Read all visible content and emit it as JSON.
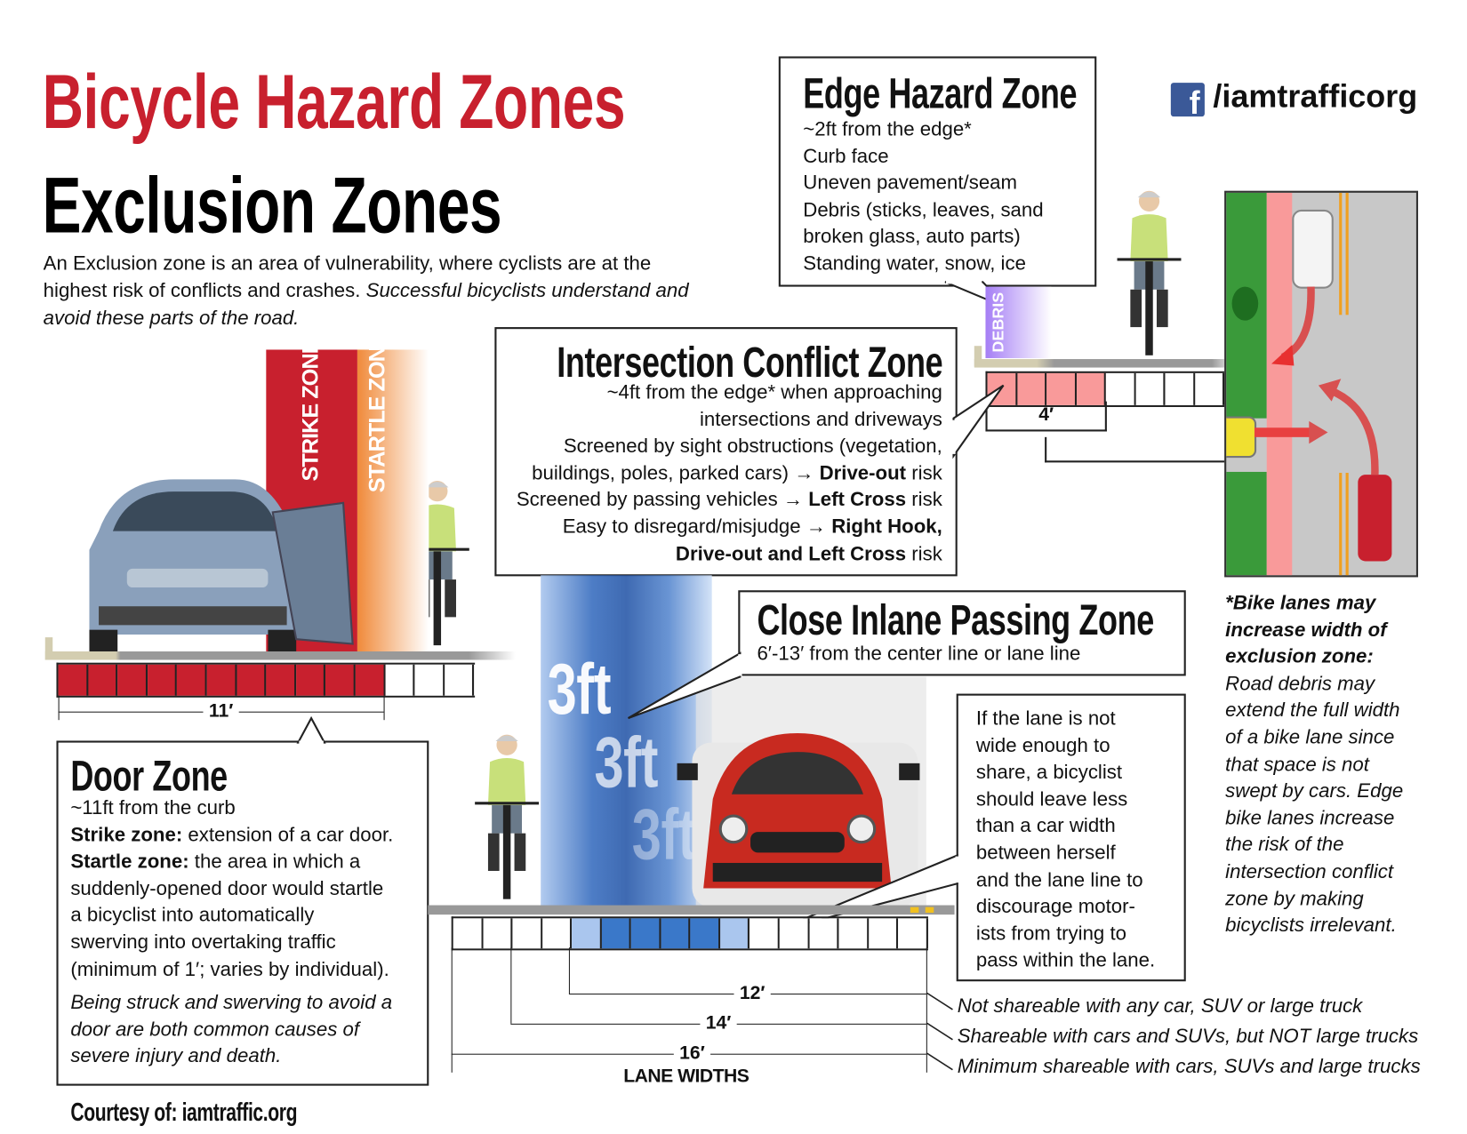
{
  "header": {
    "title": "Bicycle Hazard Zones",
    "subtitle": "Exclusion Zones",
    "intro_plain": "An Exclusion zone is an area of vulnerability, where cyclists are at the highest risk of conflicts and crashes.",
    "intro_italic": "Successful bicyclists understand and avoid these parts of the road.",
    "social_icon": "facebook-icon",
    "social_handle": "/iamtrafficorg"
  },
  "colors": {
    "title_red": "#c8202e",
    "strike": "#c8202e",
    "startle": "#f39a4a",
    "intersection_pink": "#f99a9a",
    "debris": "#b38cf5",
    "passing_blue": "#3a78c9",
    "grass": "#3a9a3a",
    "road": "#c8c8c8",
    "center_line": "#f0a020"
  },
  "edge_hazard": {
    "title": "Edge Hazard Zone",
    "lines": [
      "~2ft from the edge*",
      "Curb face",
      "Uneven pavement/seam",
      "Debris (sticks, leaves, sand",
      "broken glass, auto parts)",
      "Standing water, snow, ice"
    ],
    "debris_label": "DEBRIS",
    "width_label": "4′"
  },
  "intersection": {
    "title": "Intersection Conflict Zone",
    "lines": [
      [
        {
          "t": "~4ft from the edge* when approaching"
        }
      ],
      [
        {
          "t": "intersections and driveways"
        }
      ],
      [
        {
          "t": "Screened by sight obstructions (vegetation,"
        }
      ],
      [
        {
          "t": "buildings, poles, parked cars) → "
        },
        {
          "t": "Drive-out",
          "b": true
        },
        {
          "t": " risk"
        }
      ],
      [
        {
          "t": "Screened by passing vehicles → "
        },
        {
          "t": "Left Cross",
          "b": true
        },
        {
          "t": " risk"
        }
      ],
      [
        {
          "t": "Easy to disregard/misjudge → "
        },
        {
          "t": "Right Hook,",
          "b": true
        }
      ],
      [
        {
          "t": "Drive-out and Left Cross",
          "b": true
        },
        {
          "t": " risk"
        }
      ]
    ]
  },
  "door_zone": {
    "strike_label": "STRIKE ZONE",
    "startle_label": "STARTLE ZONE",
    "width_label": "11′",
    "title": "Door Zone",
    "lines": [
      [
        {
          "t": "~11ft from the curb"
        }
      ],
      [
        {
          "t": "Strike zone:",
          "b": true
        },
        {
          "t": " extension of a car door."
        }
      ],
      [
        {
          "t": "Startle zone:",
          "b": true
        },
        {
          "t": " the area in which a"
        }
      ],
      [
        {
          "t": "suddenly-opened door would startle"
        }
      ],
      [
        {
          "t": "a bicyclist into automatically"
        }
      ],
      [
        {
          "t": "swerving into overtaking traffic"
        }
      ],
      [
        {
          "t": "(minimum of 1′; varies by individual)."
        }
      ]
    ],
    "italic_lines": [
      "Being struck and swerving to avoid a",
      "door are both common causes of",
      "severe injury and death."
    ]
  },
  "passing": {
    "title": "Close Inlane Passing Zone",
    "subtitle": "6′-13′ from the center line or lane line",
    "buffer_labels": [
      "3ft",
      "3ft",
      "3ft"
    ],
    "advice_lines": [
      "If the lane is not",
      "wide enough to",
      "share, a bicyclist",
      "should leave less",
      "than a car width",
      "between herself",
      "and the lane line to",
      "discourage motor-",
      "ists from trying to",
      "pass within the lane."
    ]
  },
  "lane_widths": {
    "label": "LANE WIDTHS",
    "rows": [
      {
        "width": "12′",
        "note": "Not shareable with any car, SUV or large truck"
      },
      {
        "width": "14′",
        "note": "Shareable with cars and SUVs, but NOT large trucks"
      },
      {
        "width": "16′",
        "note": "Minimum shareable with cars, SUVs and large trucks"
      }
    ]
  },
  "bike_lane_note": {
    "bold_lines": [
      "*Bike lanes may",
      "increase width of",
      "exclusion zone:"
    ],
    "lines": [
      "Road debris may",
      "extend the full width",
      "of a bike lane since",
      "that space is not",
      "swept by cars. Edge",
      "bike lanes increase",
      "the risk of the",
      "intersection conflict",
      "zone by making",
      "bicyclists irrelevant."
    ]
  },
  "footer": {
    "courtesy": "Courtesy of: iamtraffic.org"
  }
}
